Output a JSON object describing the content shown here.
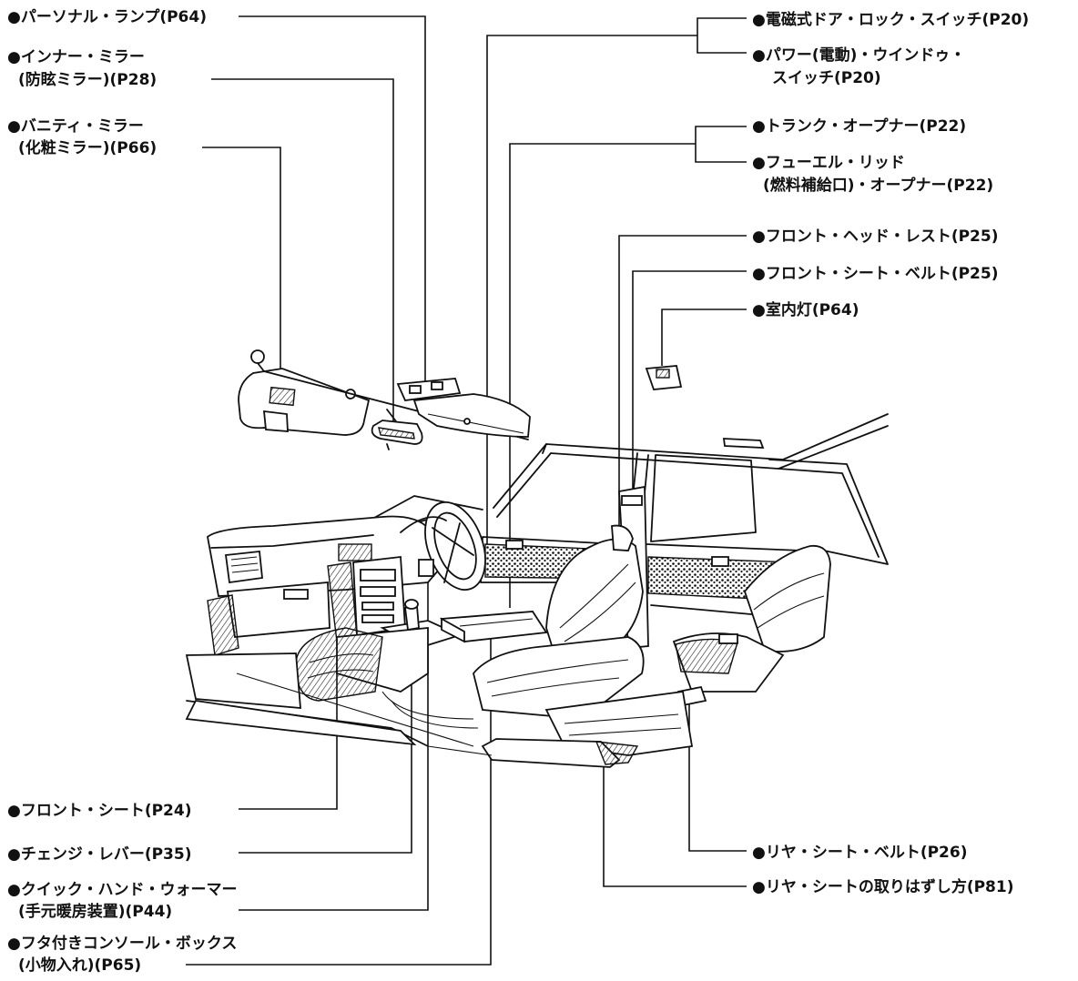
{
  "labels": {
    "personal_lamp": "●パーソナル・ランプ(P64)",
    "inner_mirror_1": "●インナー・ミラー",
    "inner_mirror_2": "(防眩ミラー)(P28)",
    "vanity_mirror_1": "●バニティ・ミラー",
    "vanity_mirror_2": "(化粧ミラー)(P66)",
    "door_lock_switch": "●電磁式ドア・ロック・スイッチ(P20)",
    "power_window_1": "●パワー(電動)・ウインドゥ・",
    "power_window_2": "スイッチ(P20)",
    "trunk_opener": "●トランク・オープナー(P22)",
    "fuel_lid_1": "●フューエル・リッド",
    "fuel_lid_2": "(燃料補給口)・オープナー(P22)",
    "front_head_rest": "●フロント・ヘッド・レスト(P25)",
    "front_seat_belt": "●フロント・シート・ベルト(P25)",
    "room_lamp": "●室内灯(P64)",
    "front_seat": "●フロント・シート(P24)",
    "change_lever": "●チェンジ・レバー(P35)",
    "quick_hand_warmer_1": "●クイック・ハンド・ウォーマー",
    "quick_hand_warmer_2": "(手元暖房装置)(P44)",
    "console_box_1": "●フタ付きコンソール・ボックス",
    "console_box_2": "(小物入れ)(P65)",
    "rear_seat_belt": "●リヤ・シート・ベルト(P26)",
    "rear_seat_removal": "●リヤ・シートの取りはずし方(P81)"
  }
}
